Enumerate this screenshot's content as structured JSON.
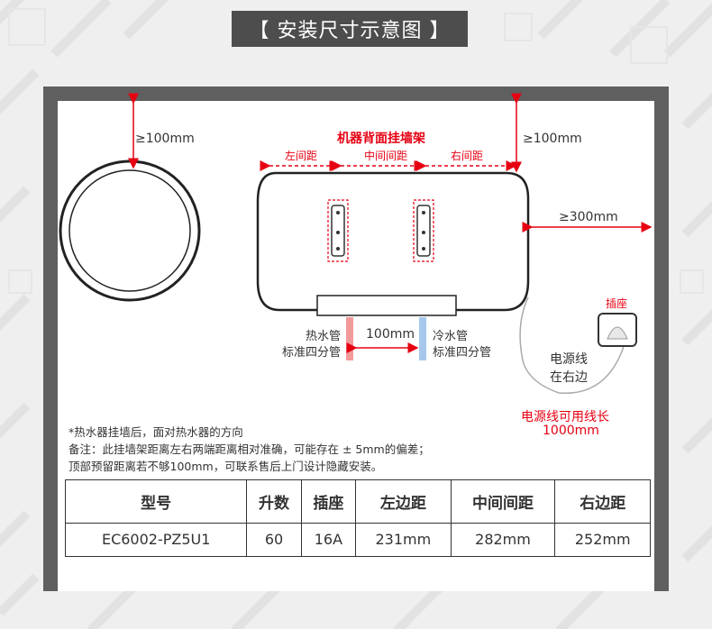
{
  "title": "【 安装尺寸示意图 】",
  "bracket_label": "机器背面挂墙架",
  "top_left_clearance": "≥100mm",
  "top_right_clearance": "≥100mm",
  "right_clearance": "≥300mm",
  "segments": {
    "left": "左间距",
    "middle": "中间间距",
    "right": "右间距"
  },
  "pipe_gap": "100mm",
  "hot_pipe": {
    "line1": "热水管",
    "line2": "标准四分管"
  },
  "cold_pipe": {
    "line1": "冷水管",
    "line2": "标准四分管"
  },
  "socket_label": "插座",
  "cable_label": {
    "line1": "电源线",
    "line2": "在右边"
  },
  "cable_length": {
    "line1": "电源线可用线长",
    "line2": "1000mm"
  },
  "notes": [
    "*热水器挂墙后，面对热水器的方向",
    "备注：此挂墙架距离左右两端距离相对准确，可能存在 ± 5mm的偏差；",
    "顶部预留距离若不够100mm，可联系售后上门设计隐藏安装。"
  ],
  "table": {
    "headers": [
      "型号",
      "升数",
      "插座",
      "左边距",
      "中间间距",
      "右边距"
    ],
    "row": [
      "EC6002-PZ5U1",
      "60",
      "16A",
      "231mm",
      "282mm",
      "252mm"
    ]
  },
  "colors": {
    "wall": "#5f5f5f",
    "dimension_red": "#e60012",
    "hot_pipe": "#f29a9a",
    "cold_pipe": "#a7c8ec",
    "title_bg": "#4d4d4d"
  }
}
